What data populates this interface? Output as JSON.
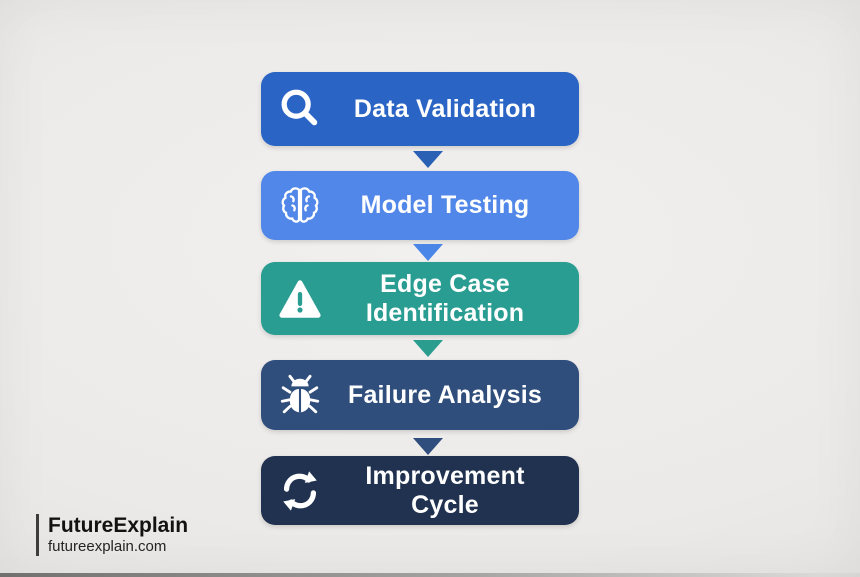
{
  "page": {
    "background_color": "#eceae8",
    "text_color": "#ffffff"
  },
  "flow": {
    "steps": [
      {
        "label": "Data Validation",
        "icon": "magnifier-icon",
        "bg": "#2a64c5"
      },
      {
        "label": "Model Testing",
        "icon": "brain-icon",
        "bg": "#5187e8"
      },
      {
        "label": "Edge Case Identification",
        "icon": "warning-icon",
        "bg": "#2a9d92"
      },
      {
        "label": "Failure Analysis",
        "icon": "bug-icon",
        "bg": "#2f4e7c"
      },
      {
        "label": "Improvement Cycle",
        "icon": "refresh-icon",
        "bg": "#203250"
      }
    ],
    "arrows": [
      {
        "color": "#2b61b5"
      },
      {
        "color": "#4a85e8"
      },
      {
        "color": "#2a9d8f"
      },
      {
        "color": "#2f4d7d"
      }
    ]
  },
  "watermark": {
    "brand": "FutureExplain",
    "url": "futureexplain.com"
  }
}
